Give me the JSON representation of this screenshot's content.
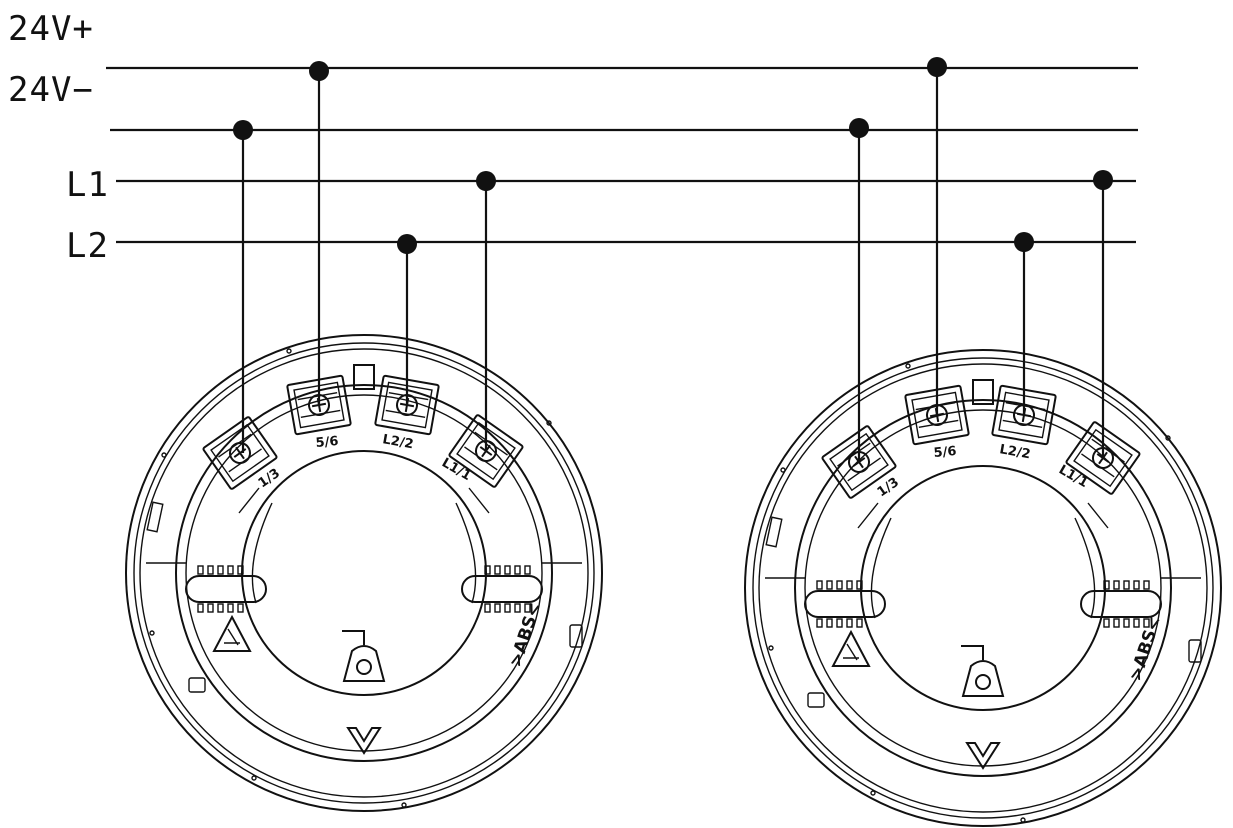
{
  "wires": [
    {
      "id": "24v-plus",
      "label": "24V+"
    },
    {
      "id": "24v-minus",
      "label": "24V−"
    },
    {
      "id": "l1",
      "label": "L1"
    },
    {
      "id": "l2",
      "label": "L2"
    }
  ],
  "terminals": [
    "1/3",
    "5/6",
    "L2/2",
    "L1/1"
  ],
  "base_marking": ">ABS<",
  "colors": {
    "line": "#111111",
    "background": "#ffffff"
  }
}
